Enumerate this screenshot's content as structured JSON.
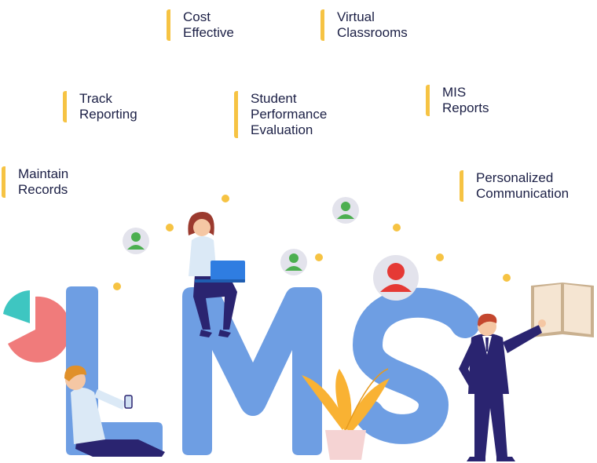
{
  "features": [
    {
      "id": "cost-effective",
      "lines": [
        "Cost",
        "Effective"
      ]
    },
    {
      "id": "virtual-classrooms",
      "lines": [
        "Virtual",
        "Classrooms"
      ]
    },
    {
      "id": "track-reporting",
      "lines": [
        "Track",
        "Reporting"
      ]
    },
    {
      "id": "student-performance-evaluation",
      "lines": [
        "Student",
        "Performance",
        "Evaluation"
      ]
    },
    {
      "id": "mis-reports",
      "lines": [
        "MIS",
        "Reports"
      ]
    },
    {
      "id": "maintain-records",
      "lines": [
        "Maintain",
        "Records"
      ]
    },
    {
      "id": "personalized-communication",
      "lines": [
        "Personalized",
        "Communication"
      ]
    }
  ],
  "colors": {
    "accent_bar": "#f6c343",
    "text": "#1b1f45",
    "letters": "#6e9ee3",
    "navy": "#2a2470",
    "coral": "#f07b7b",
    "teal": "#3ec6c1",
    "dot": "#f6c343",
    "avatar_green": "#4caf50",
    "avatar_red": "#e53935"
  },
  "illustration": {
    "letters": [
      "L",
      "M",
      "S"
    ],
    "icons": [
      "pie-chart-icon",
      "user-avatar-icon",
      "open-book-icon",
      "plant-icon",
      "laptop-icon",
      "phone-icon"
    ]
  }
}
